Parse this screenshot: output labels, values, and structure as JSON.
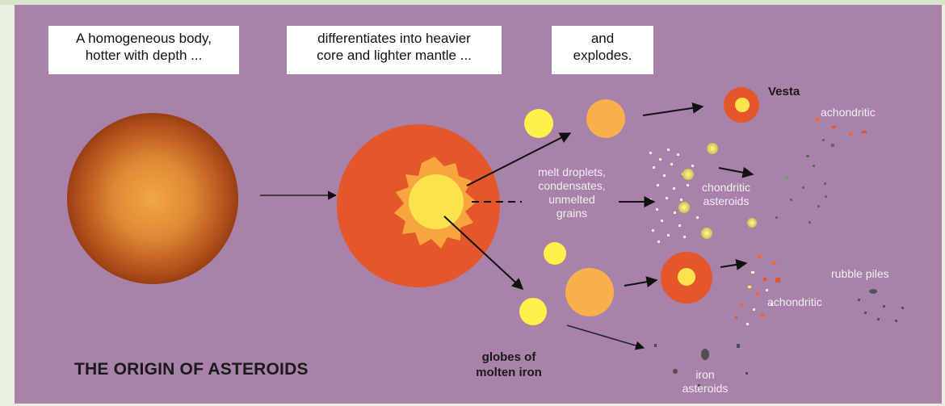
{
  "captions": {
    "step1": [
      "A homogeneous body,",
      "hotter with depth ..."
    ],
    "step2": [
      "differentiates into heavier",
      "core and lighter mantle ..."
    ],
    "step3": [
      "and",
      "explodes."
    ]
  },
  "labels": {
    "vesta": "Vesta",
    "achondritic_top": "achondritic",
    "melt": [
      "melt droplets,",
      "condensates,",
      "unmelted",
      "grains"
    ],
    "chondritic": [
      "chondritic",
      "asteroids"
    ],
    "rubble": "rubble piles",
    "achondritic_bottom": "achondritic",
    "globes": [
      "globes of",
      "molten iron"
    ],
    "iron": [
      "iron",
      "asteroids"
    ]
  },
  "title": "THE ORIGIN OF ASTEROIDS",
  "colors": {
    "background": "#a882a9",
    "mantle": "#e4572b",
    "core": "#fbe34d",
    "globe_yellow": "#fff04a",
    "globe_orange": "#f7b04a",
    "arrow": "#111111"
  }
}
